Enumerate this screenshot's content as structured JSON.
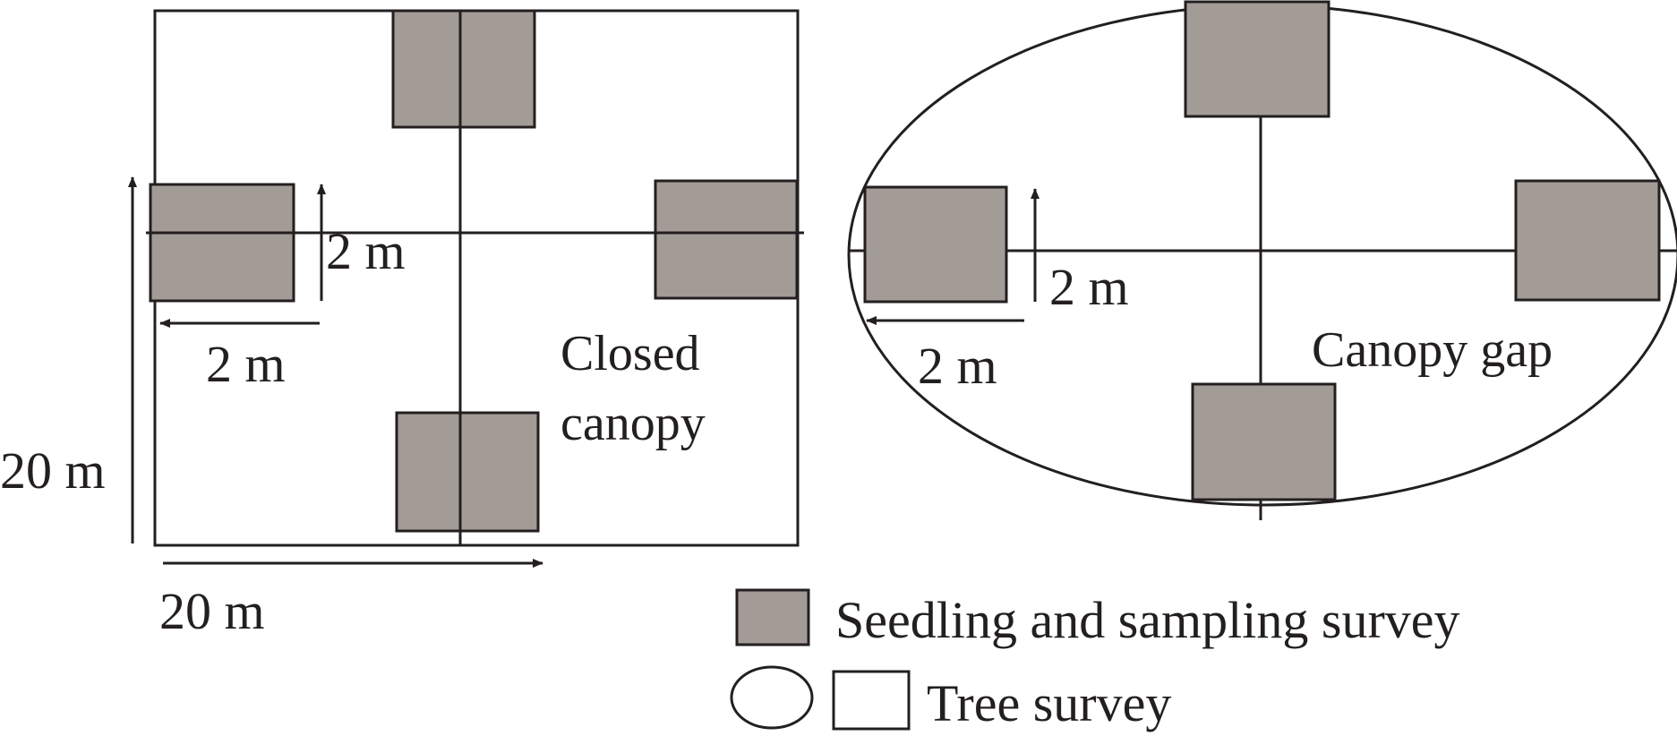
{
  "left_plot": {
    "width_label": "20 m",
    "height_label": "20 m",
    "subplot_width_label": "2 m",
    "subplot_height_label": "2 m",
    "caption_line1": "Closed",
    "caption_line2": "canopy"
  },
  "right_plot": {
    "subplot_width_label": "2 m",
    "subplot_height_label": "2 m",
    "caption": "Canopy gap"
  },
  "legend": {
    "seedling_label": "Seedling and sampling survey",
    "tree_label": "Tree survey"
  },
  "colors": {
    "subplot_fill": "#a39b96",
    "line": "#231f20",
    "background": "#ffffff"
  }
}
